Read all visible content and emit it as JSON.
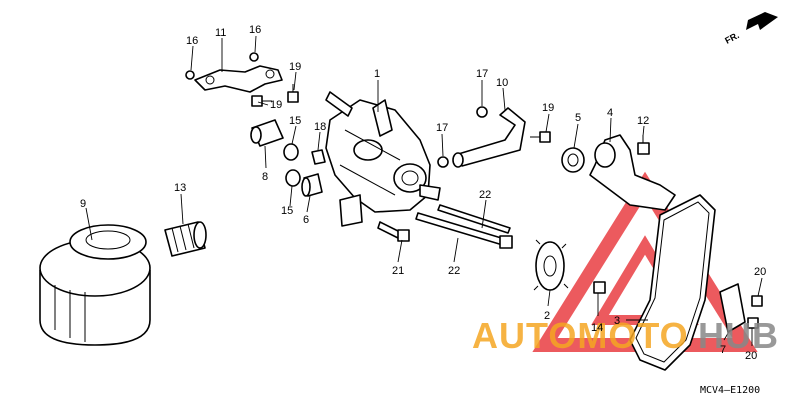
{
  "direction_label": "FR.",
  "diagram_code": "MCV4—E1200",
  "watermark": {
    "word_a": "AUTOMOTO",
    "word_b": "HUB",
    "color_a": "#f5a623",
    "color_b": "#888888",
    "logo_color": "#e62429"
  },
  "callouts": {
    "c1": "1",
    "c2": "2",
    "c3": "3",
    "c4": "4",
    "c5": "5",
    "c6": "6",
    "c7": "7",
    "c8": "8",
    "c9": "9",
    "c10": "10",
    "c11": "11",
    "c12": "12",
    "c13": "13",
    "c14": "14",
    "c15a": "15",
    "c15b": "15",
    "c16a": "16",
    "c16b": "16",
    "c17a": "17",
    "c17b": "17",
    "c18": "18",
    "c19a": "19",
    "c19b": "19",
    "c19c": "19",
    "c20a": "20",
    "c20b": "20",
    "c21": "21",
    "c22a": "22",
    "c22b": "22"
  }
}
